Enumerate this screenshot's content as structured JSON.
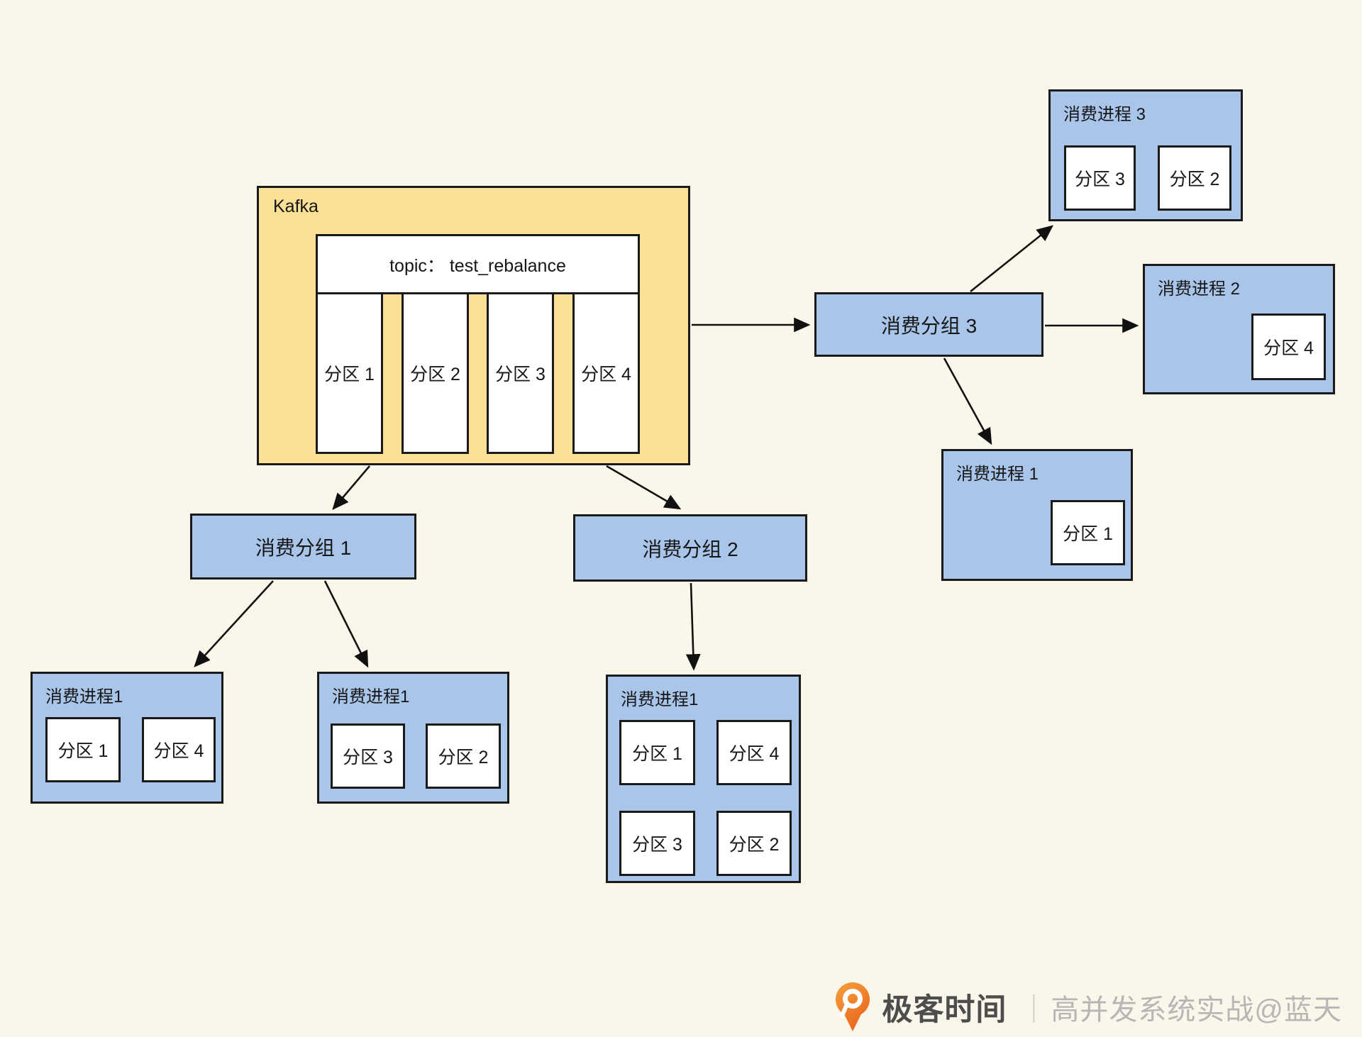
{
  "colors": {
    "background": "#FAF7EA",
    "kafka_fill": "#FBE096",
    "blue_fill": "#A9C6EA",
    "border": "#1A1A1A",
    "white": "#FFFFFF",
    "brand_orange": "#ED7624",
    "footer_brand_text": "#4D4D4D",
    "footer_credit_text": "#B6B6B6"
  },
  "kafka": {
    "label": "Kafka",
    "topic_label": "topic： test_rebalance",
    "partitions": [
      "分区 1",
      "分区 2",
      "分区 3",
      "分区 4"
    ]
  },
  "groups": [
    {
      "label": "消费分组 1"
    },
    {
      "label": "消费分组 2"
    },
    {
      "label": "消费分组 3"
    }
  ],
  "processes": [
    {
      "title": "消费进程1",
      "partitions": [
        "分区 1",
        "分区 4"
      ]
    },
    {
      "title": "消费进程1",
      "partitions": [
        "分区 3",
        "分区 2"
      ]
    },
    {
      "title": "消费进程1",
      "partitions": [
        "分区 1",
        "分区 4",
        "分区 3",
        "分区 2"
      ]
    },
    {
      "title": "消费进程 1",
      "partitions": [
        "分区 1"
      ]
    },
    {
      "title": "消费进程 2",
      "partitions": [
        "分区 4"
      ]
    },
    {
      "title": "消费进程 3",
      "partitions": [
        "分区 3",
        "分区 2"
      ]
    }
  ],
  "footer": {
    "brand": "极客时间",
    "separator": "｜",
    "credit": "高并发系统实战@蓝天"
  }
}
